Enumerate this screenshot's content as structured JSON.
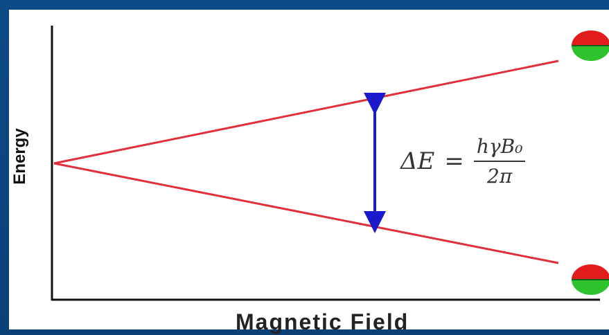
{
  "diagram": {
    "y_axis_label": "Energy",
    "x_axis_label": "Magnetic Field",
    "formula": {
      "lhs": "ΔE",
      "equals": "=",
      "numerator": "hγB₀",
      "denominator": "2π"
    },
    "colors": {
      "frame": "#0b3f78",
      "energy_lines": "#e0303a",
      "gap_arrow": "#1a1acc",
      "spin_up_top": "#e21c1c",
      "spin_up_bottom": "#2ec22e",
      "spin_down_top": "#e21c1c",
      "spin_down_bottom": "#2ec22e"
    },
    "icons": {
      "upper_state": "spin-state-upper-icon",
      "lower_state": "spin-state-lower-icon"
    }
  }
}
